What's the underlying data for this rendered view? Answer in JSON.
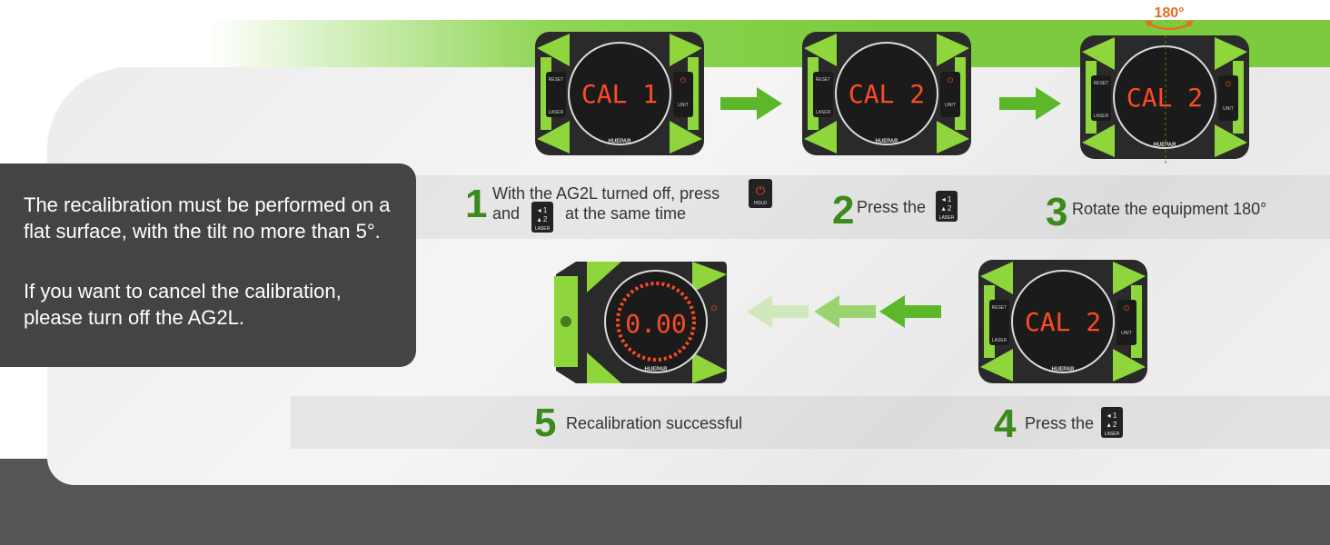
{
  "info": {
    "line1": "The recalibration must be performed on a flat surface, with the tilt no more than 5°.",
    "line2": "If you want to cancel the calibration, please turn off the AG2L."
  },
  "rotate_label": "180°",
  "brand": "HUEPAR",
  "buttons": {
    "reset": "RESET",
    "laser": "LASER",
    "unit": "UNIT",
    "hold": "HOLD"
  },
  "steps": [
    {
      "number": "1",
      "text_a": "With the AG2L turned off, press",
      "text_b": "and",
      "text_c": "at the same time",
      "display": "CAL 1"
    },
    {
      "number": "2",
      "text": "Press the",
      "display": "CAL 2"
    },
    {
      "number": "3",
      "text": "Rotate the equipment 180°",
      "display": "CAL 2"
    },
    {
      "number": "4",
      "text": "Press the",
      "display": "CAL 2"
    },
    {
      "number": "5",
      "text": "Recalibration successful",
      "display": "0.00"
    }
  ],
  "colors": {
    "green": "#7ccb3e",
    "step_number": "#3a8a1c",
    "display_red": "#ff4a26",
    "panel": "#444444",
    "accent_orange": "#e86b1e"
  }
}
